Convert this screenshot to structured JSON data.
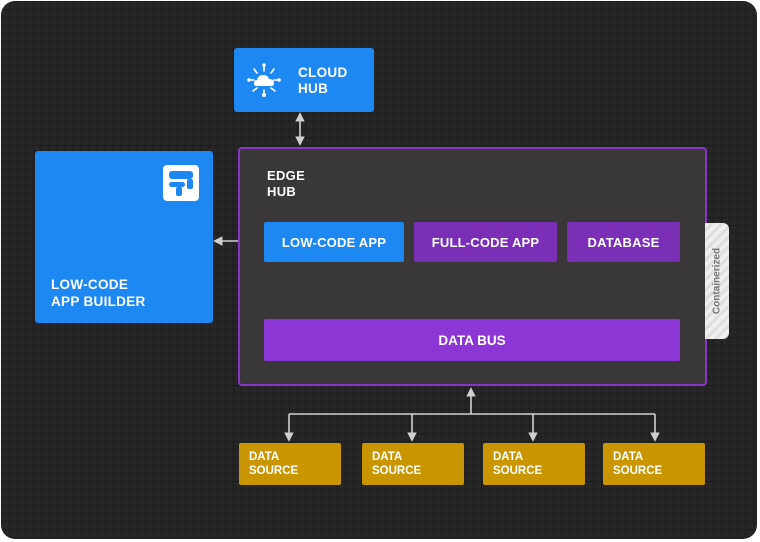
{
  "cloud_hub": {
    "line1": "CLOUD",
    "line2": "HUB",
    "icon": "cloud-network-icon"
  },
  "app_builder": {
    "line1": "LOW-CODE",
    "line2": "APP BUILDER",
    "icon": "app-builder-icon"
  },
  "edge_hub": {
    "line1": "EDGE",
    "line2": "HUB",
    "badge": "Containerized",
    "apps": [
      {
        "label": "LOW-CODE APP",
        "color": "#1e88f2"
      },
      {
        "label": "FULL-CODE APP",
        "color": "#7a2fb6"
      },
      {
        "label": "DATABASE",
        "color": "#7a2fb6"
      }
    ],
    "data_bus": "DATA BUS"
  },
  "data_sources": [
    {
      "line1": "DATA",
      "line2": "SOURCE"
    },
    {
      "line1": "DATA",
      "line2": "SOURCE"
    },
    {
      "line1": "DATA",
      "line2": "SOURCE"
    },
    {
      "line1": "DATA",
      "line2": "SOURCE"
    }
  ],
  "colors": {
    "blue": "#1e88f2",
    "purple": "#7a2fb6",
    "bus_purple": "#8c36d6",
    "source_gold": "#c99500",
    "edge_border": "#8a35c9",
    "background": "#262626",
    "connector": "#d0d0d0"
  }
}
